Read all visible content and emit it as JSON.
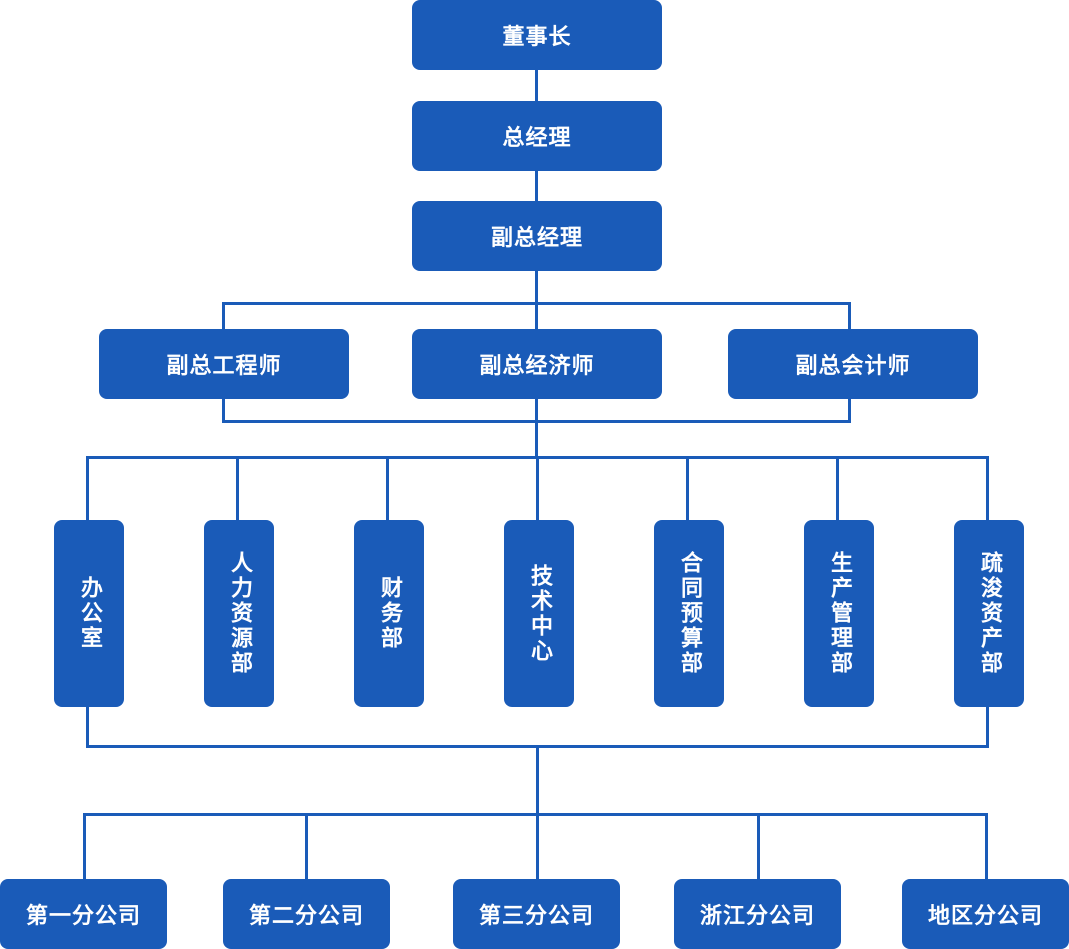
{
  "colors": {
    "box": "#1a5bb8",
    "text": "#ffffff",
    "line": "#1a5bb8"
  },
  "level1": {
    "chairman": "董事长"
  },
  "level2": {
    "general_manager": "总经理"
  },
  "level3": {
    "deputy_general_manager": "副总经理"
  },
  "level4": [
    {
      "label": "副总工程师"
    },
    {
      "label": "副总经济师"
    },
    {
      "label": "副总会计师"
    }
  ],
  "departments": [
    {
      "label": "办公室"
    },
    {
      "label": "人力资源部"
    },
    {
      "label": "财务部"
    },
    {
      "label": "技术中心"
    },
    {
      "label": "合同预算部"
    },
    {
      "label": "生产管理部"
    },
    {
      "label": "疏浚资产部"
    }
  ],
  "subsidiaries": [
    {
      "label": "第一分公司"
    },
    {
      "label": "第二分公司"
    },
    {
      "label": "第三分公司"
    },
    {
      "label": "浙江分公司"
    },
    {
      "label": "地区分公司"
    }
  ]
}
